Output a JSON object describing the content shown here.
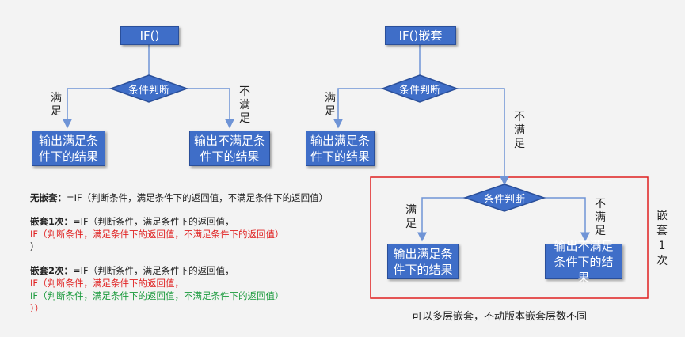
{
  "colors": {
    "box_fill": "#3f6ec8",
    "box_border": "#2a4f9a",
    "arrow": "#6f94d6",
    "frame": "#e02020",
    "red_text": "#e02020",
    "green_text": "#1a9a3c"
  },
  "left_chart": {
    "title": "IF()",
    "decision": "条件判断",
    "yes_label": "满足",
    "no_label": "不满足",
    "yes_box": "输出满足条件下的结果",
    "no_box": "输出不满足条件下的结果"
  },
  "right_chart": {
    "title": "IF()嵌套",
    "decision": "条件判断",
    "yes_label": "满足",
    "no_label": "不满足",
    "yes_box": "输出满足条件下的结果",
    "nested": {
      "decision": "条件判断",
      "yes_label": "满足",
      "no_label": "不满足",
      "yes_box": "输出满足条件下的结果",
      "no_box": "输出不满足条件下的结果",
      "side_label": "嵌套1次"
    }
  },
  "formulas": {
    "none": {
      "label": "无嵌套：",
      "text": "=IF（判断条件，满足条件下的返回值，不满足条件下的返回值）"
    },
    "once": {
      "label": "嵌套1次：",
      "line1": "=IF（判断条件，满足条件下的返回值，",
      "line2": "IF（判断条件，满足条件下的返回值，不满足条件下的返回值）",
      "line3": "）"
    },
    "twice": {
      "label": "嵌套2次：",
      "line1": "=IF（判断条件，满足条件下的返回值，",
      "line2": "IF（判断条件，满足条件下的返回值，",
      "line3": "IF（判断条件，满足条件下的返回值，不满足条件下的返回值）",
      "line4": "））"
    }
  },
  "note": "可以多层嵌套，不动版本嵌套层数不同"
}
